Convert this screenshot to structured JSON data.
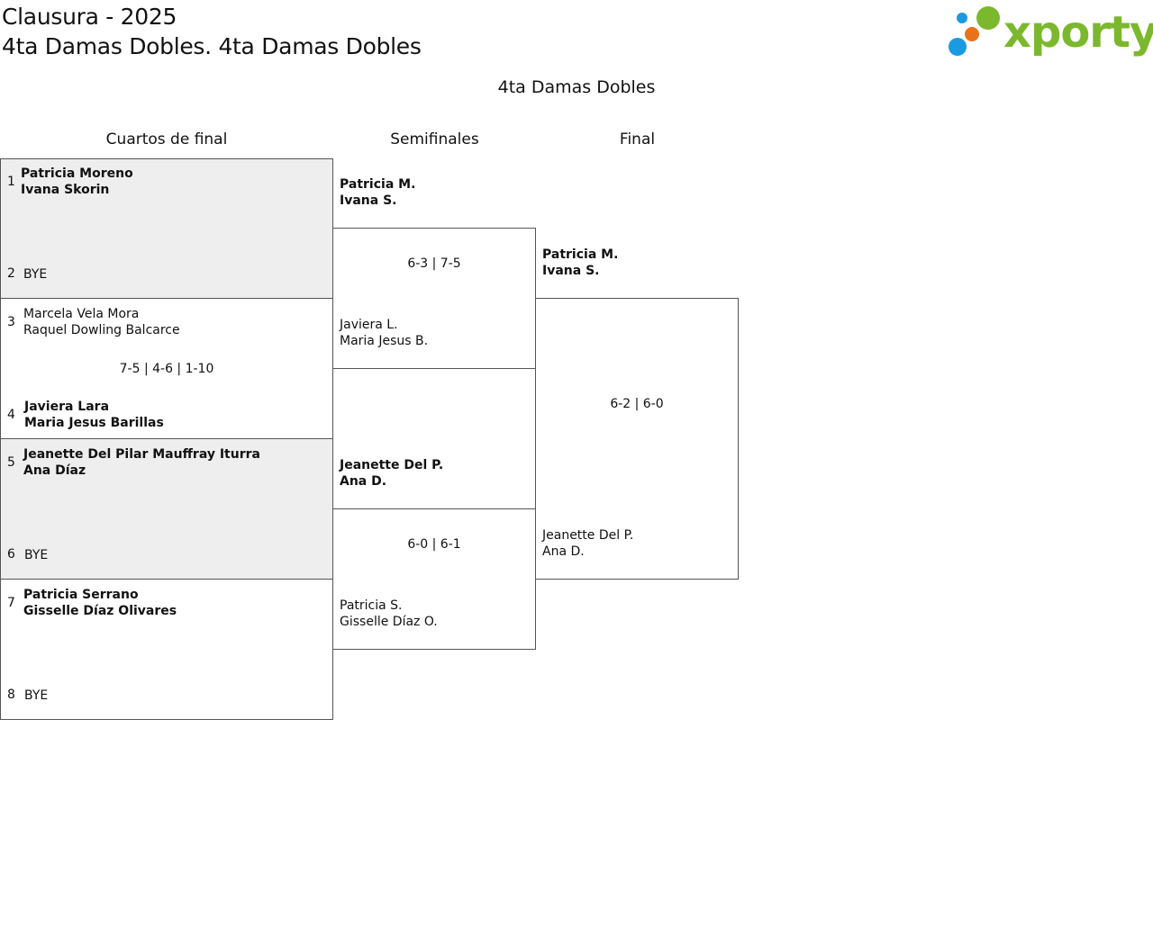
{
  "header": {
    "title_line1": "Clausura - 2025",
    "title_line2": "4ta Damas Dobles. 4ta Damas Dobles",
    "logo_text": "xporty",
    "logo_colors": {
      "blue": "#1a9ae0",
      "orange": "#e8731c",
      "green": "#7cb82e"
    }
  },
  "bracket": {
    "title": "4ta Damas Dobles",
    "rounds": [
      "Cuartos de final",
      "Semifinales",
      "Final"
    ],
    "quarterfinals": [
      {
        "team_a": {
          "seed": "1",
          "p1": "Patricia Moreno",
          "p2": "Ivana Skorin",
          "winner": true
        },
        "team_b": {
          "seed": "2",
          "p1": "BYE",
          "p2": "",
          "winner": false
        },
        "score": ""
      },
      {
        "team_a": {
          "seed": "3",
          "p1": "Marcela Vela Mora",
          "p2": "Raquel Dowling Balcarce",
          "winner": false
        },
        "team_b": {
          "seed": "4",
          "p1": "Javiera Lara",
          "p2": "Maria Jesus Barillas",
          "winner": true
        },
        "score": "7-5 | 4-6 | 1-10"
      },
      {
        "team_a": {
          "seed": "5",
          "p1": "Jeanette Del Pilar Mauffray Iturra",
          "p2": "Ana Díaz",
          "winner": true
        },
        "team_b": {
          "seed": "6",
          "p1": "BYE",
          "p2": "",
          "winner": false
        },
        "score": ""
      },
      {
        "team_a": {
          "seed": "7",
          "p1": "Patricia Serrano",
          "p2": "Gisselle Díaz Olivares",
          "winner": true
        },
        "team_b": {
          "seed": "8",
          "p1": "BYE",
          "p2": "",
          "winner": false
        },
        "score": ""
      }
    ],
    "semifinals": [
      {
        "team_a": {
          "p1": "Patricia M.",
          "p2": "Ivana S.",
          "winner": true
        },
        "team_b": {
          "p1": "Javiera L.",
          "p2": "Maria Jesus B.",
          "winner": false
        },
        "score": "6-3 | 7-5"
      },
      {
        "team_a": {
          "p1": "Jeanette Del P.",
          "p2": "Ana D.",
          "winner": true
        },
        "team_b": {
          "p1": "Patricia S.",
          "p2": "Gisselle Díaz O.",
          "winner": false
        },
        "score": "6-0 | 6-1"
      }
    ],
    "final": {
      "team_a": {
        "p1": "Patricia M.",
        "p2": "Ivana S.",
        "winner": true
      },
      "team_b": {
        "p1": "Jeanette Del P.",
        "p2": "Ana D.",
        "winner": false
      },
      "score": "6-2 | 6-0"
    }
  }
}
